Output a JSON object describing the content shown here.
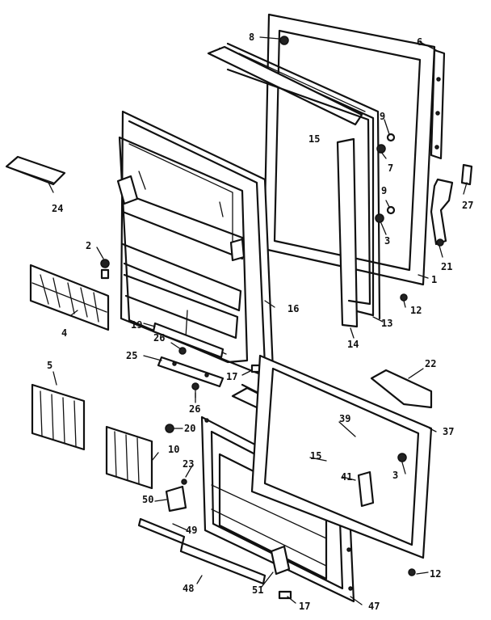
{
  "diagram": {
    "labels": [
      {
        "id": "6",
        "text": "6"
      },
      {
        "id": "8",
        "text": "8"
      },
      {
        "id": "9a",
        "text": "9"
      },
      {
        "id": "7",
        "text": "7"
      },
      {
        "id": "15a",
        "text": "15"
      },
      {
        "id": "24",
        "text": "24"
      },
      {
        "id": "27",
        "text": "27"
      },
      {
        "id": "9b",
        "text": "9"
      },
      {
        "id": "3a",
        "text": "3"
      },
      {
        "id": "2",
        "text": "2"
      },
      {
        "id": "21",
        "text": "21"
      },
      {
        "id": "1",
        "text": "1"
      },
      {
        "id": "4",
        "text": "4"
      },
      {
        "id": "16",
        "text": "16"
      },
      {
        "id": "12a",
        "text": "12"
      },
      {
        "id": "19",
        "text": "19"
      },
      {
        "id": "13",
        "text": "13"
      },
      {
        "id": "26a",
        "text": "26"
      },
      {
        "id": "14",
        "text": "14"
      },
      {
        "id": "25",
        "text": "25"
      },
      {
        "id": "22",
        "text": "22"
      },
      {
        "id": "5",
        "text": "5"
      },
      {
        "id": "17a",
        "text": "17"
      },
      {
        "id": "26b",
        "text": "26"
      },
      {
        "id": "39",
        "text": "39"
      },
      {
        "id": "37",
        "text": "37"
      },
      {
        "id": "20",
        "text": "20"
      },
      {
        "id": "10",
        "text": "10"
      },
      {
        "id": "15b",
        "text": "15"
      },
      {
        "id": "3b",
        "text": "3"
      },
      {
        "id": "23",
        "text": "23"
      },
      {
        "id": "41",
        "text": "41"
      },
      {
        "id": "50",
        "text": "50"
      },
      {
        "id": "49",
        "text": "49"
      },
      {
        "id": "48",
        "text": "48"
      },
      {
        "id": "51",
        "text": "51"
      },
      {
        "id": "12b",
        "text": "12"
      },
      {
        "id": "17b",
        "text": "17"
      },
      {
        "id": "47",
        "text": "47"
      }
    ]
  }
}
